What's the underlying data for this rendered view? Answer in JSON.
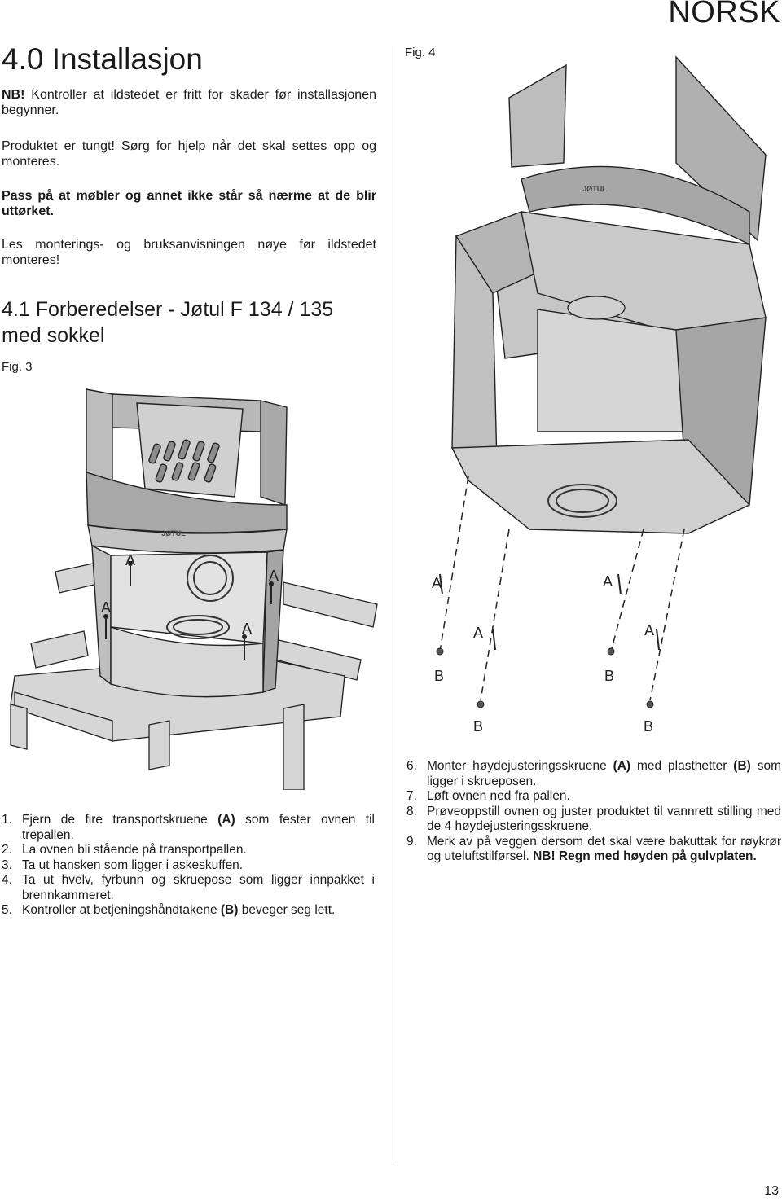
{
  "header": {
    "language": "NORSK"
  },
  "section": {
    "title": "4.0 Installasjon",
    "note_prefix": "NB!",
    "note_text": " Kontroller at ildstedet er fritt for skader før installasjonen begynner.",
    "heavy": "Produktet er tungt! Sørg for hjelp når det skal settes opp og monteres.",
    "furniture": "Pass på at møbler og annet ikke står så nærme at de blir uttørket.",
    "read_manual": "Les monterings- og bruksanvisningen nøye før ildstedet monteres!"
  },
  "subsection": {
    "title": "4.1 Forberedelser - Jøtul F 134 / 135 med sokkel"
  },
  "fig3": {
    "label": "Fig. 3",
    "brand": "JØTUL",
    "markers": [
      "A",
      "A",
      "A",
      "A"
    ]
  },
  "fig4": {
    "label": "Fig. 4",
    "brand": "JØTUL",
    "markers_a": [
      "A",
      "A",
      "A",
      "A"
    ],
    "markers_b": [
      "B",
      "B",
      "B",
      "B"
    ]
  },
  "steps_left": [
    {
      "num": "1.",
      "pre": "Fjern de fire transportskruene ",
      "bold": "(A)",
      "post": " som fester ovnen til trepallen."
    },
    {
      "num": "2.",
      "pre": "La ovnen bli stående på transportpallen.",
      "bold": "",
      "post": ""
    },
    {
      "num": "3.",
      "pre": "Ta ut hansken som ligger i askeskuffen.",
      "bold": "",
      "post": ""
    },
    {
      "num": "4.",
      "pre": "Ta ut hvelv, fyrbunn og skruepose som ligger innpakket i brennkammeret.",
      "bold": "",
      "post": ""
    },
    {
      "num": "5.",
      "pre": "Kontroller at betjeningshåndtakene ",
      "bold": "(B)",
      "post": " beveger seg lett."
    }
  ],
  "steps_right": [
    {
      "num": "6.",
      "pre": "Monter høydejusteringsskruene ",
      "bold": "(A)",
      "mid": " med plasthetter ",
      "bold2": "(B)",
      "post": " som ligger i skrueposen."
    },
    {
      "num": "7.",
      "pre": "Løft ovnen ned fra pallen.",
      "bold": "",
      "mid": "",
      "bold2": "",
      "post": ""
    },
    {
      "num": "8.",
      "pre": "Prøveoppstill ovnen og juster produktet til vannrett stilling med de 4 høydejusteringsskruene.",
      "bold": "",
      "mid": "",
      "bold2": "",
      "post": ""
    },
    {
      "num": "9.",
      "pre": "Merk av på veggen dersom det skal være bakuttak for røykrør og uteluftstilførsel. ",
      "bold": "NB! Regn med høyden på gulvplaten.",
      "mid": "",
      "bold2": "",
      "post": ""
    }
  ],
  "footer": {
    "page_number": "13"
  }
}
